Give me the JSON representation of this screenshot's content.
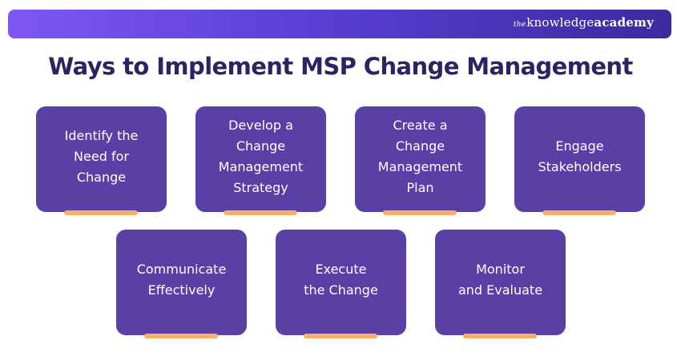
{
  "brand": {
    "prefix": "the",
    "knowledge": "knowledge",
    "academy": "academy"
  },
  "title": "Ways to Implement MSP Change Management",
  "steps": [
    {
      "label": "Identify the\nNeed for\nChange"
    },
    {
      "label": "Develop a\nChange\nManagement\nStrategy"
    },
    {
      "label": "Create a\nChange\nManagement\nPlan"
    },
    {
      "label": "Engage\nStakeholders"
    },
    {
      "label": "Communicate\nEffectively"
    },
    {
      "label": "Execute\nthe Change"
    },
    {
      "label": "Monitor\nand Evaluate"
    }
  ],
  "colors": {
    "banner_start": "#7d57f4",
    "banner_end": "#3c2a9e",
    "title": "#2b2462",
    "card": "#5a3fa4",
    "accent": "#f7b267"
  }
}
